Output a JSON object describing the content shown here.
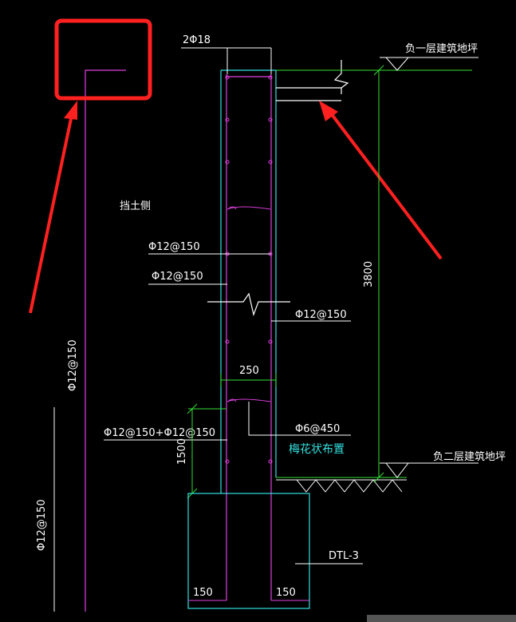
{
  "labels": {
    "top_bar": "2Φ18",
    "floor_b1": "负一层建筑地坪",
    "floor_b2": "负二层建筑地坪",
    "soil_side": "挡土侧",
    "rebar_a": "Φ12@150",
    "rebar_b": "Φ12@150",
    "rebar_c": "Φ12@150",
    "rebar_d": "Φ12@150+Φ12@150",
    "stirrup": "Φ6@450",
    "layout_note": "梅花状布置",
    "dim_height": "3800",
    "dim_width": "250",
    "dim_1500": "1500",
    "dim_150_left": "150",
    "dim_150_right": "150",
    "beam_tag": "DTL-3",
    "left_rebar_upper": "Φ12@150",
    "left_rebar_lower": "Φ12@150"
  },
  "colors": {
    "background": "#000000",
    "white_line": "#ffffff",
    "cyan_line": "#33e0e0",
    "green_line": "#33e033",
    "magenta_line": "#e040e0",
    "highlight_red": "#ff2020"
  }
}
